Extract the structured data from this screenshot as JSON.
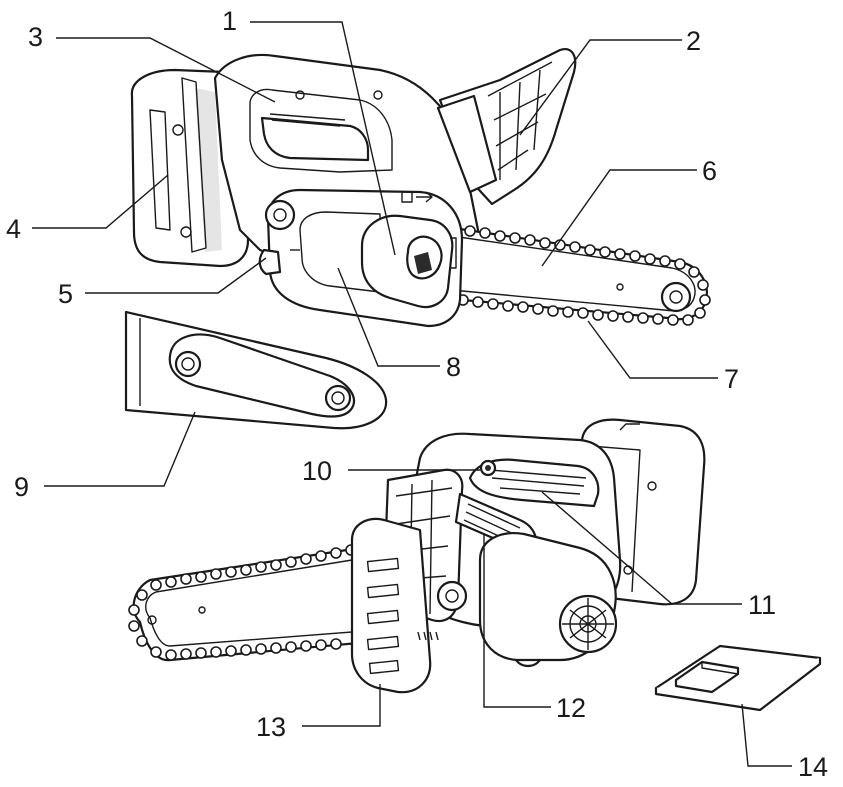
{
  "diagram": {
    "callouts": [
      {
        "id": "c1",
        "number": "1"
      },
      {
        "id": "c2",
        "number": "2"
      },
      {
        "id": "c3",
        "number": "3"
      },
      {
        "id": "c4",
        "number": "4"
      },
      {
        "id": "c5",
        "number": "5"
      },
      {
        "id": "c6",
        "number": "6"
      },
      {
        "id": "c7",
        "number": "7"
      },
      {
        "id": "c8",
        "number": "8"
      },
      {
        "id": "c9",
        "number": "9"
      },
      {
        "id": "c10",
        "number": "10"
      },
      {
        "id": "c11",
        "number": "11"
      },
      {
        "id": "c12",
        "number": "12"
      },
      {
        "id": "c13",
        "number": "13"
      },
      {
        "id": "c14",
        "number": "14"
      }
    ]
  }
}
